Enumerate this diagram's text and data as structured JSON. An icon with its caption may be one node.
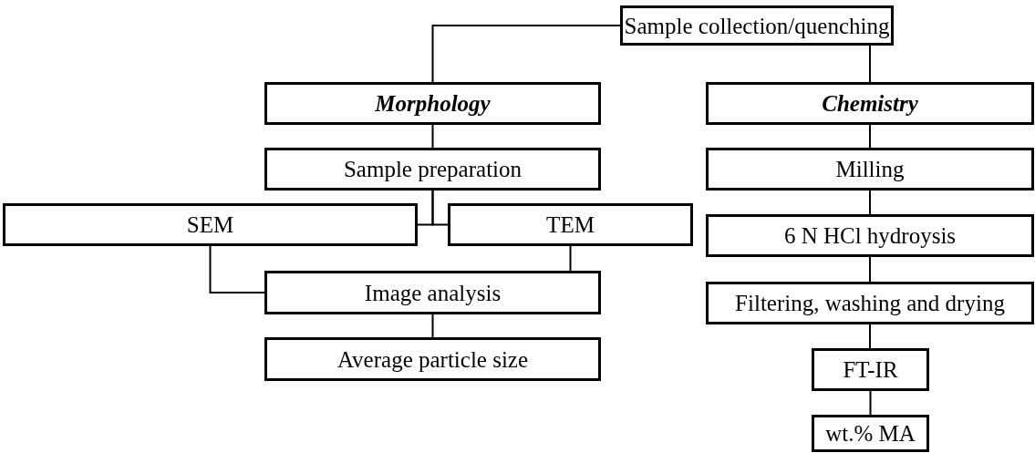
{
  "diagram": {
    "nodes": [
      {
        "text": [
          "Sample collection/quenching"
        ]
      },
      {
        "text": [
          "Morphology"
        ]
      },
      {
        "text": [
          "Chemistry"
        ]
      },
      {
        "text": [
          "Sample preparation"
        ]
      },
      {
        "text": [
          "Milling"
        ]
      },
      {
        "text": [
          "SEM"
        ]
      },
      {
        "text": [
          "TEM"
        ]
      },
      {
        "text": [
          "6 N HCl hydroysis"
        ]
      },
      {
        "text": [
          "Image analysis"
        ]
      },
      {
        "text": [
          "Filtering, washing and drying"
        ]
      },
      {
        "text": [
          "Average particle size"
        ]
      },
      {
        "text": [
          "FT-IR"
        ]
      },
      {
        "text": [
          "wt.% MA"
        ]
      }
    ],
    "edges": [
      {
        "from": 0,
        "to": 1,
        "arrow": "none"
      },
      {
        "from": 0,
        "to": 2,
        "arrow": "none"
      },
      {
        "from": 1,
        "to": 3,
        "arrow": "none"
      },
      {
        "from": 2,
        "to": 4,
        "arrow": "none"
      },
      {
        "from": 3,
        "to": 5,
        "arrow": "none"
      },
      {
        "from": 3,
        "to": 6,
        "arrow": "none"
      },
      {
        "from": 5,
        "to": 8,
        "arrow": "none"
      },
      {
        "from": 6,
        "to": 8,
        "arrow": "none"
      },
      {
        "from": 4,
        "to": 7,
        "arrow": "none"
      },
      {
        "from": 7,
        "to": 9,
        "arrow": "none"
      },
      {
        "from": 8,
        "to": 10,
        "arrow": "none"
      },
      {
        "from": 9,
        "to": 11,
        "arrow": "none"
      },
      {
        "from": 11,
        "to": 12,
        "arrow": "none"
      }
    ]
  }
}
